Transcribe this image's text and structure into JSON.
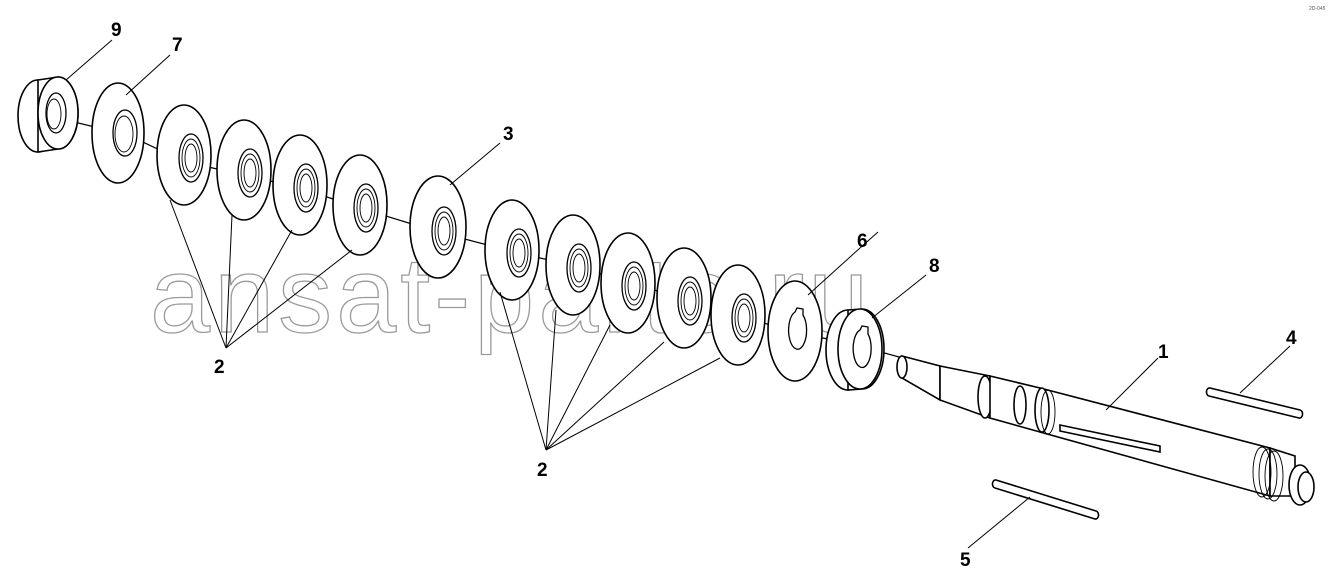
{
  "watermark": "ansat-parts.ru",
  "corner_code": "2D-045",
  "callouts": {
    "c1": "1",
    "c2a": "2",
    "c2b": "2",
    "c3": "3",
    "c4": "4",
    "c5": "5",
    "c6": "6",
    "c7": "7",
    "c8": "8",
    "c9": "9"
  }
}
